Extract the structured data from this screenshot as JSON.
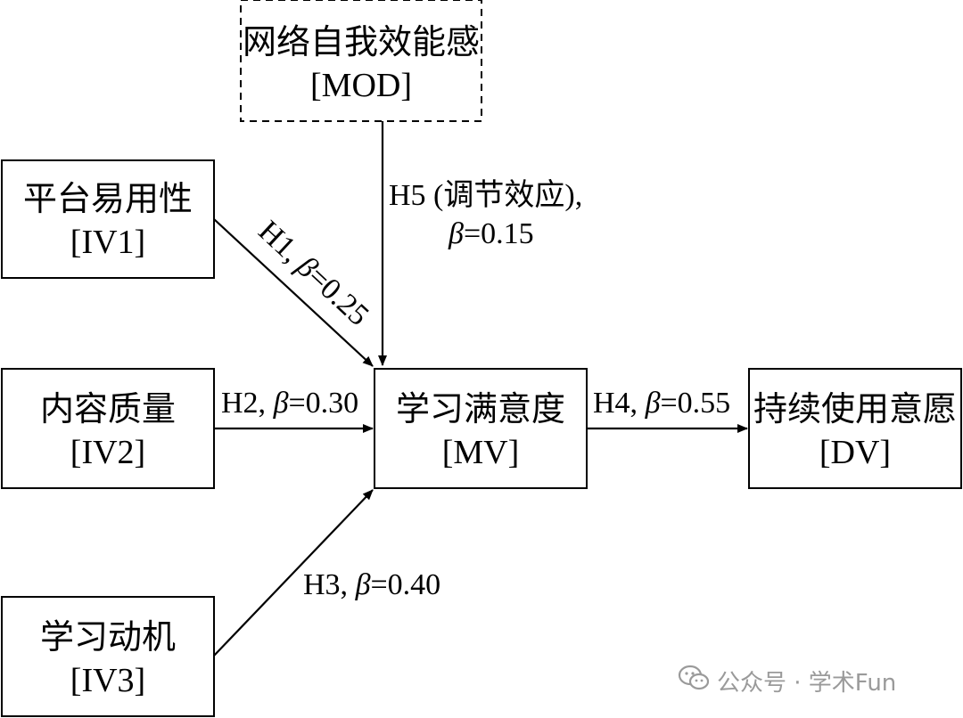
{
  "nodes": {
    "mod": {
      "title": "网络自我效能感",
      "tag": "[MOD]"
    },
    "iv1": {
      "title": "平台易用性",
      "tag": "[IV1]"
    },
    "iv2": {
      "title": "内容质量",
      "tag": "[IV2]"
    },
    "iv3": {
      "title": "学习动机",
      "tag": "[IV3]"
    },
    "mv": {
      "title": "学习满意度",
      "tag": "[MV]"
    },
    "dv": {
      "title": "持续使用意愿",
      "tag": "[DV]"
    }
  },
  "edges": {
    "h1": {
      "name": "H1,",
      "beta_symbol": "β",
      "value": "=0.25"
    },
    "h2": {
      "name": "H2,",
      "beta_symbol": "β",
      "value": "=0.30"
    },
    "h3": {
      "name": "H3,",
      "beta_symbol": "β",
      "value": "=0.40"
    },
    "h4": {
      "name": "H4,",
      "beta_symbol": "β",
      "value": "=0.55"
    },
    "h5": {
      "name": "H5 (调节效应),",
      "beta_symbol": "β",
      "value": "=0.15"
    }
  },
  "watermark": {
    "text": "公众号 · 学术Fun",
    "icon": "wechat-icon"
  },
  "colors": {
    "line": "#000000",
    "watermark": "#9a9a9a"
  }
}
